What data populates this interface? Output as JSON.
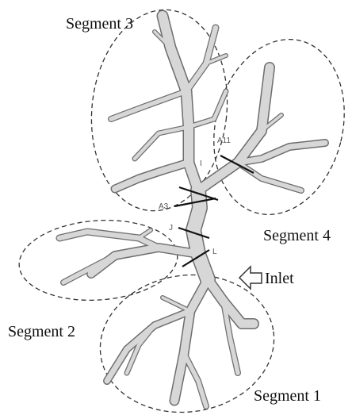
{
  "segments": [
    {
      "id": "segment-1",
      "label": "Segment 1"
    },
    {
      "id": "segment-2",
      "label": "Segment 2"
    },
    {
      "id": "segment-3",
      "label": "Segment 3"
    },
    {
      "id": "segment-4",
      "label": "Segment 4"
    }
  ],
  "inlet": {
    "label": "Inlet",
    "arrow_icon": "hollow-left-arrow-icon"
  },
  "cut_labels": {
    "a3": "A3",
    "a11": "A11",
    "i": "I",
    "j": "J",
    "l": "L"
  },
  "colors": {
    "vessel_fill": "#d7d7d7",
    "vessel_outline": "#6e6e6e",
    "ellipse_stroke": "#333333",
    "text": "#111111"
  }
}
